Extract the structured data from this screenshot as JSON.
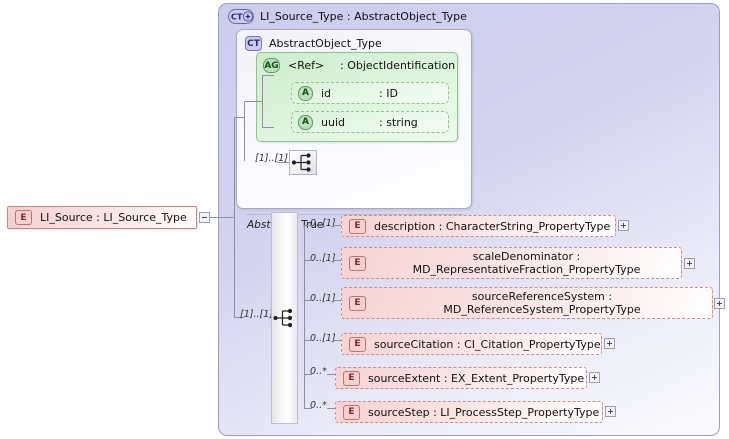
{
  "diagram": {
    "type": "xsd-schema-diagram",
    "root_element": {
      "icon": "E",
      "label": "LI_Source : LI_Source_Type",
      "expander": "minus"
    },
    "complex_type": {
      "icon": "CT+",
      "label": "LI_Source_Type : AbstractObject_Type",
      "base": {
        "icon": "CT",
        "label": "AbstractObject_Type",
        "attribute_group": {
          "icon": "AG",
          "name": "<Ref>",
          "type": ": ObjectIdentification",
          "attributes": [
            {
              "icon": "A",
              "name": "id",
              "type": ": ID"
            },
            {
              "icon": "A",
              "name": "uuid",
              "type": ": string"
            }
          ]
        },
        "sequence_cardinality": "[1]..[1]",
        "sequence_icon": "sequence-compositor-icon",
        "abstract_key": "Abstract",
        "abstract_value": "True"
      },
      "sequence_cardinality": "[1]..[1]",
      "sequence_icon": "sequence-compositor-icon",
      "elements": [
        {
          "icon": "E",
          "cardinality": "0..[1]",
          "label": "description : CharacterString_PropertyType",
          "expander": "plus"
        },
        {
          "icon": "E",
          "cardinality": "0..[1]",
          "label": "scaleDenominator : MD_RepresentativeFraction_PropertyType",
          "expander": "plus"
        },
        {
          "icon": "E",
          "cardinality": "0..[1]",
          "label": "sourceReferenceSystem : MD_ReferenceSystem_PropertyType",
          "expander": "plus"
        },
        {
          "icon": "E",
          "cardinality": "0..[1]",
          "label": "sourceCitation : CI_Citation_PropertyType",
          "expander": "plus"
        },
        {
          "icon": "E",
          "cardinality": "0..*",
          "label": "sourceExtent : EX_Extent_PropertyType",
          "expander": "plus"
        },
        {
          "icon": "E",
          "cardinality": "0..*",
          "label": "sourceStep : LI_ProcessStep_PropertyType",
          "expander": "plus"
        }
      ]
    },
    "colors": {
      "element_fill": "#f6cfcf",
      "element_border": "#c08888",
      "complextype_fill": "#ccccee",
      "complextype_border": "#7878b0",
      "attribute_fill": "#b7e3b7",
      "attribute_border": "#5f9e5f",
      "container_bg": "#d4d4f0",
      "connector": "#8d8da6",
      "canvas_bg": "#ffffff"
    }
  }
}
